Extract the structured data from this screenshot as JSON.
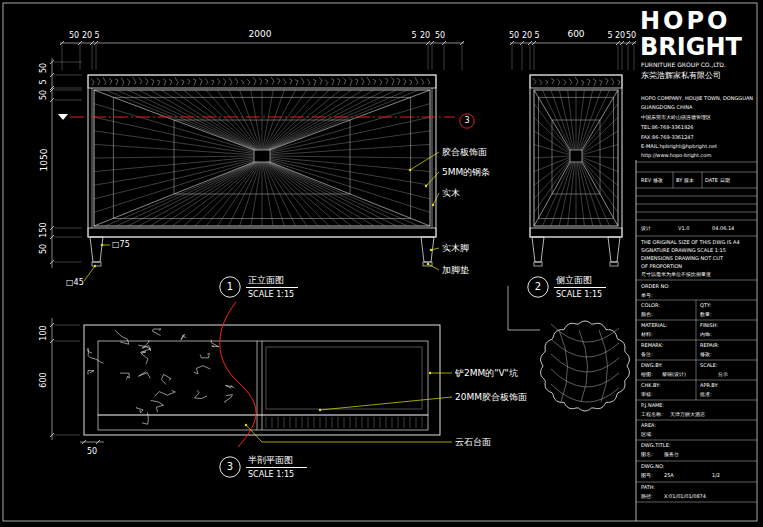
{
  "diagram": {
    "nodes": [
      {
        "text": [
          "3"
        ]
      },
      {
        "text": [
          "1",
          "正立面图",
          "SCALE 1:15"
        ]
      },
      {
        "text": [
          "2",
          "侧立面图",
          "SCALE 1:15"
        ]
      },
      {
        "text": [
          "3",
          "半剖平面图",
          "SCALE 1:15"
        ]
      }
    ],
    "labels": [
      "50",
      "20",
      "5",
      "2000",
      "5",
      "20",
      "50",
      "50",
      "20",
      "5",
      "600",
      "5",
      "20",
      "50",
      "50",
      "5",
      "50",
      "1050",
      "150",
      "50",
      "□75",
      "□45",
      "胶合板饰面",
      "5MM的钢条",
      "实木",
      "实木脚",
      "加脚垫",
      "100",
      "600",
      "50",
      "铲2MM的\"V\"坑",
      "20MM胶合板饰面",
      "云石台面",
      "HOPO",
      "BRIGHT",
      "FURNITURE GROUP CO.,LTD.",
      "东莞浩辉家私有限公司",
      "HOPO COMPANY, HOUJIE TOWN, DONGGUAN",
      "GUANGDONG CHINA",
      "中国东莞市大岭山镇连塘管理区",
      "TEL:86-769-3361926",
      "FAX:86-769-3361247",
      "E-MAIL:hpbright@hpbright.net",
      "http://www.hopo-bright.com",
      "REV 修改",
      "BY 版本",
      "DATE 日期",
      "设计",
      "V1.0",
      "04.06.14",
      "THE ORIGINAL SIZE OF THIS DWG IS A4",
      "SIGNATURE DRAWING SCALE 1:15",
      "DIMENSIONS DRAWING NOT CUT",
      "OF PROPORTION",
      "尺寸以毫米为单位不按比例量度",
      "ORDER NO:",
      "单号:",
      "COLOR:",
      "QTY:",
      "颜色:",
      "数量:",
      "MATERIAL:",
      "FINISH:",
      "材料:",
      "内饰:",
      "REMARK:",
      "REPAIR:",
      "备注:",
      "修改:",
      "DWG.BY:",
      "SCALE:",
      "绘图:",
      "黎锦(设计)",
      "分示",
      "CHK.BY:",
      "APR.BY:",
      "审核:",
      "批准:",
      "P.J.NAME:",
      "工程名称:",
      "天津万丽大酒店",
      "AREA:",
      "区域:",
      "DWG.TITLE:",
      "图名:",
      "服务台",
      "DWG.NO:",
      "图号:",
      "25A",
      "1/2",
      "PATH:",
      "路径:",
      "X:01/01/01/0874"
    ]
  }
}
